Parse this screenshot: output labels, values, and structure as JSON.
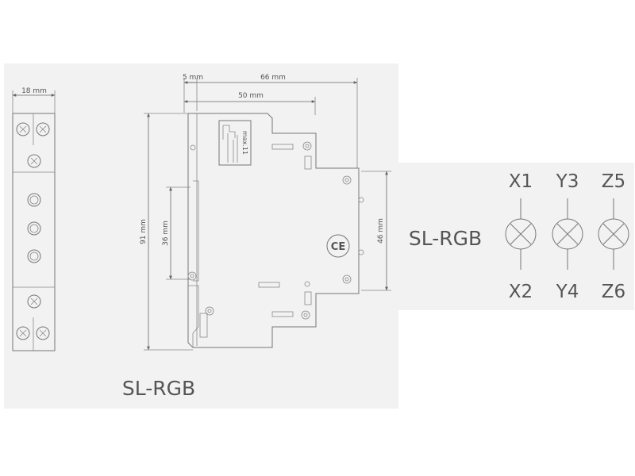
{
  "diagram": {
    "dimensions": {
      "width_front": "18 mm",
      "offset_top": "5 mm",
      "depth_total": "66 mm",
      "depth_body": "50 mm",
      "height_total": "91 mm",
      "height_rail": "36 mm",
      "height_front": "46 mm"
    },
    "device_label": "max.11",
    "ce_mark": "CE",
    "product_name": "SL-RGB",
    "symbol_panel": {
      "title": "SL-RGB",
      "lamps": [
        {
          "top": "X1",
          "bottom": "X2"
        },
        {
          "top": "Y3",
          "bottom": "Y4"
        },
        {
          "top": "Z5",
          "bottom": "Z6"
        }
      ]
    }
  }
}
